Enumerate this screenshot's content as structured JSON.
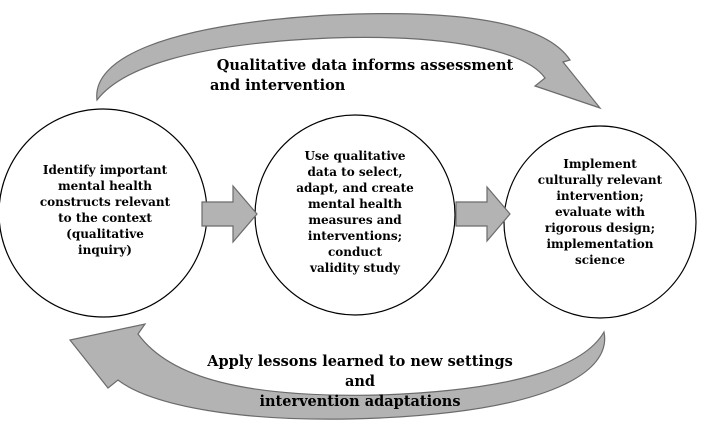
{
  "colors": {
    "arrow_fill": "#b3b3b3",
    "arrow_stroke": "#6b6b6b",
    "circle_stroke": "#000000",
    "text": "#000000"
  },
  "top_caption": {
    "line1": "Qualitative data informs assessment",
    "line2": "and intervention"
  },
  "bottom_caption": {
    "line1": "Apply lessons learned to new settings and",
    "line2": "intervention adaptations"
  },
  "steps": [
    {
      "lines": [
        "Identify important",
        "mental health",
        "constructs relevant",
        "to the context",
        "(qualitative",
        "inquiry)"
      ]
    },
    {
      "lines": [
        "Use qualitative",
        "data to select,",
        "adapt, and create",
        "mental health",
        "measures and",
        "interventions;",
        "conduct",
        "validity study"
      ]
    },
    {
      "lines": [
        "Implement",
        "culturally relevant",
        "intervention;",
        "evaluate with",
        "rigorous design;",
        "implementation",
        "science"
      ]
    }
  ],
  "icons": {
    "top_arrow": "curved-arrow-right-icon",
    "bottom_arrow": "curved-arrow-left-icon",
    "step_arrows": "block-arrow-right-icon"
  }
}
